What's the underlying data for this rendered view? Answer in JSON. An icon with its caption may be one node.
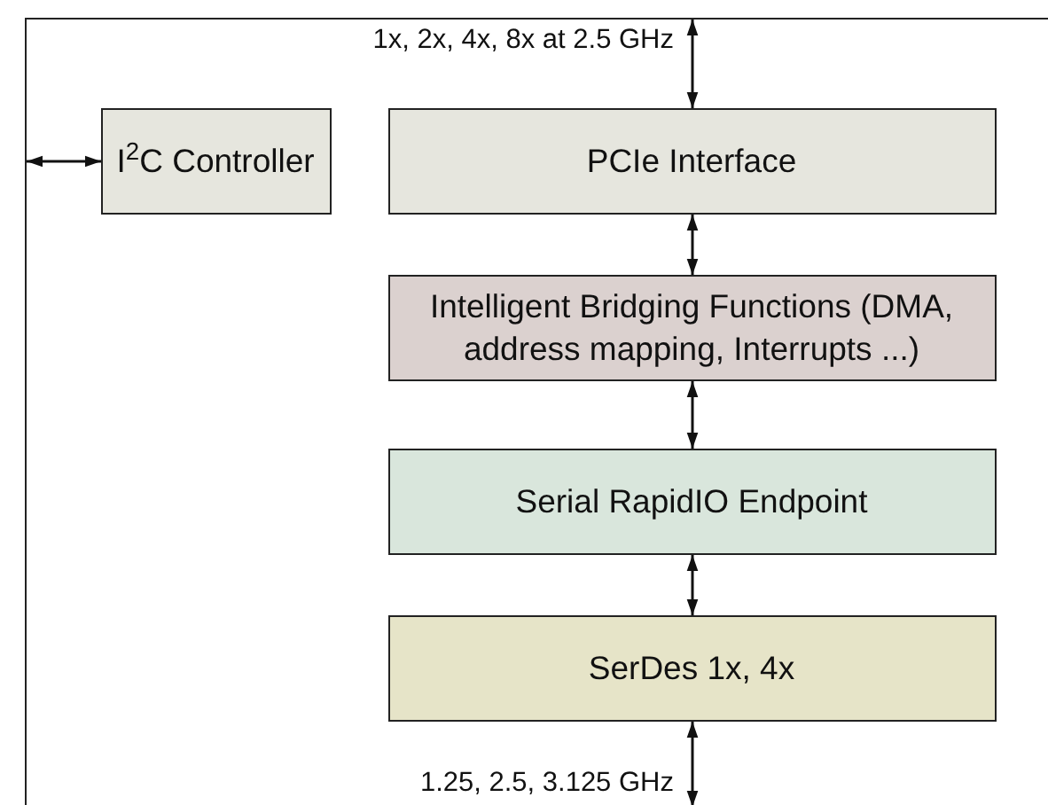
{
  "diagram": {
    "nodes": [
      {
        "text": [],
        "shape": "box"
      },
      {
        "text": [
          "I$^{2}$C Controller"
        ],
        "in": 0
      },
      {
        "text": [
          "PCIe Interface"
        ],
        "in": 0
      },
      {
        "text": [
          "Intelligent Bridging Functions (DMA, address mapping, Interrupts ...)"
        ],
        "in": 0
      },
      {
        "text": [
          "Serial RapidIO Endpoint"
        ],
        "in": 0
      },
      {
        "text": [
          "SerDes 1x, 4x"
        ],
        "in": 0
      }
    ],
    "edges": [
      {
        "from": 0,
        "to": 1,
        "arrow": "both"
      },
      {
        "from": 0,
        "to": 2,
        "arrow": "both",
        "label": "1x, 2x, 4x, 8x at 2.5 GHz"
      },
      {
        "from": 2,
        "to": 3,
        "arrow": "both"
      },
      {
        "from": 3,
        "to": 4,
        "arrow": "both"
      },
      {
        "from": 4,
        "to": 5,
        "arrow": "both"
      },
      {
        "from": 5,
        "to": null,
        "arrow": "both",
        "label": "1.25, 2.5, 3.125 GHz"
      }
    ]
  }
}
